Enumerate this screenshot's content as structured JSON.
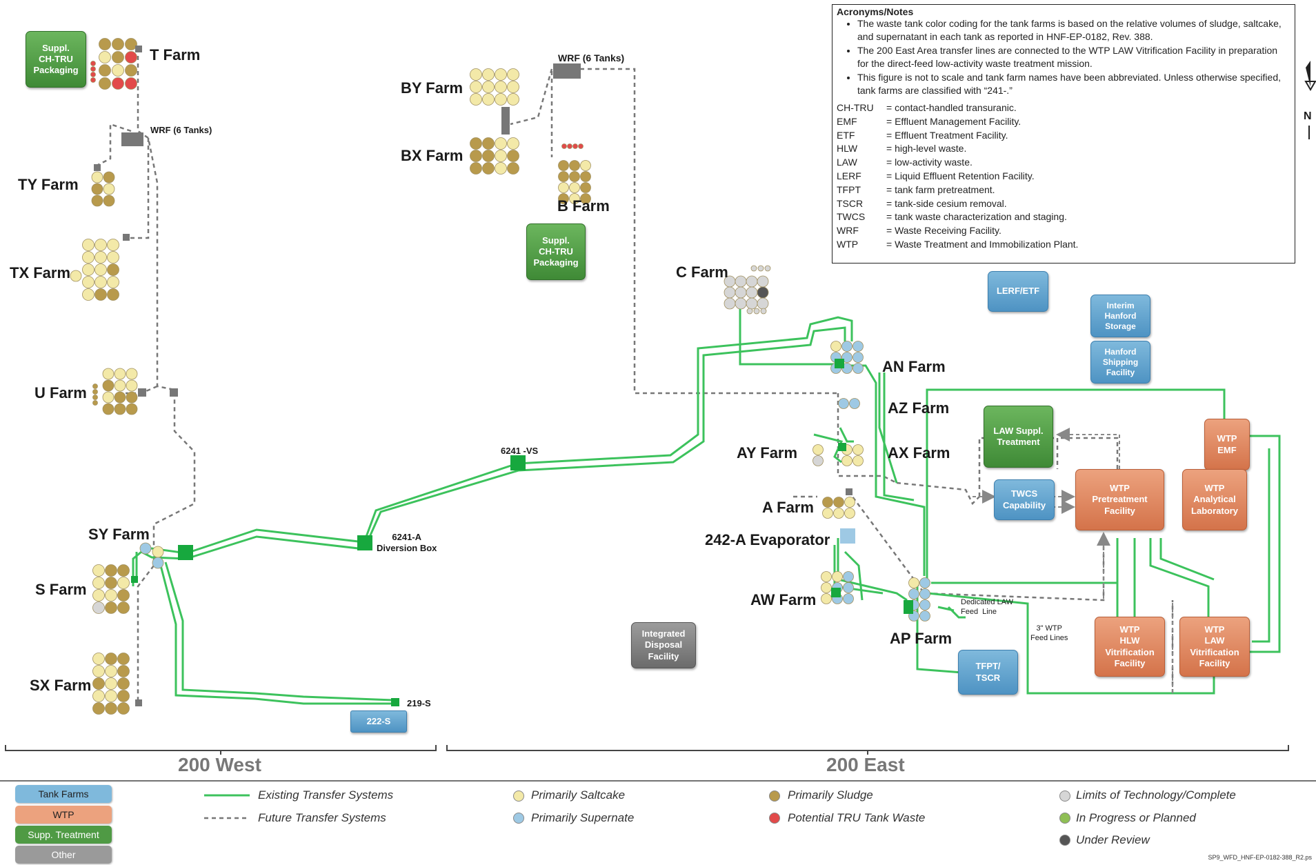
{
  "notes": {
    "title": "Acronyms/Notes",
    "bullets": [
      "The waste tank color coding for the tank farms is based on the relative volumes of sludge, saltcake, and supernatant in each tank as reported in HNF-EP-0182, Rev. 388.",
      "The 200 East Area transfer lines are connected to the WTP LAW Vitrification Facility in preparation for the direct-feed low-activity waste treatment mission.",
      "This figure is not to scale and tank farm names have been abbreviated.  Unless otherwise specified, tank farms are classified with “241-.”"
    ],
    "acronyms": [
      {
        "abbr": "CH-TRU",
        "def": "= contact-handled transuranic."
      },
      {
        "abbr": "EMF",
        "def": "= Effluent Management Facility."
      },
      {
        "abbr": "ETF",
        "def": "= Effluent Treatment Facility."
      },
      {
        "abbr": "HLW",
        "def": "= high-level waste."
      },
      {
        "abbr": "LAW",
        "def": "= low-activity waste."
      },
      {
        "abbr": "LERF",
        "def": "= Liquid Effluent Retention Facility."
      },
      {
        "abbr": "TFPT",
        "def": "= tank farm pretreatment."
      },
      {
        "abbr": "TSCR",
        "def": "= tank-side cesium removal."
      },
      {
        "abbr": "TWCS",
        "def": "= tank waste characterization and staging."
      },
      {
        "abbr": "WRF",
        "def": "= Waste Receiving Facility."
      },
      {
        "abbr": "WTP",
        "def": "= Waste Treatment and Immobilization Plant."
      }
    ]
  },
  "farms": {
    "t": "T Farm",
    "ty": "TY Farm",
    "tx": "TX Farm",
    "u": "U Farm",
    "sy": "SY Farm",
    "s": "S Farm",
    "sx": "SX Farm",
    "by": "BY Farm",
    "bx": "BX Farm",
    "b": "B Farm",
    "c": "C Farm",
    "an": "AN Farm",
    "az": "AZ Farm",
    "ay": "AY Farm",
    "ax": "AX Farm",
    "a": "A Farm",
    "aw": "AW Farm",
    "ap": "AP Farm"
  },
  "labels": {
    "wrf_west": "WRF (6 Tanks)",
    "wrf_east": "WRF (6 Tanks)",
    "vs": "6241 -VS",
    "diversion": "6241-A\nDiversion Box",
    "s219": "219-S",
    "evaporator": "242-A Evaporator",
    "dedicated": "Dedicated LAW\nFeed  Line",
    "wtp_feed": "3\" WTP\nFeed Lines"
  },
  "facilities": {
    "supp_chtru_t": "Suppl.\nCH-TRU\nPackaging",
    "supp_chtru_b": "Suppl.\nCH-TRU\nPackaging",
    "lerf": "LERF/ETF",
    "interim": "Interim\nHanford\nStorage",
    "shipping": "Hanford\nShipping\nFacility",
    "law_suppl": "LAW Suppl.\nTreatment",
    "wtp_emf": "WTP\nEMF",
    "twcs": "TWCS\nCapability",
    "wtp_pretreat": "WTP\nPretreatment\nFacility",
    "wtp_lab": "WTP\nAnalytical\nLaboratory",
    "wtp_hlw": "WTP\nHLW\nVitrification\nFacility",
    "wtp_law": "WTP\nLAW\nVitrification\nFacility",
    "idf": "Integrated\nDisposal\nFacility",
    "tfpt": "TFPT/\nTSCR",
    "s222": "222-S"
  },
  "regions": {
    "west": "200 West",
    "east": "200 East"
  },
  "legend": {
    "badges": [
      "Tank Farms",
      "WTP",
      "Supp. Treatment",
      "Other"
    ],
    "lines": [
      "Existing Transfer Systems",
      "Future Transfer Systems"
    ],
    "waste": [
      "Primarily Saltcake",
      "Primarily Supernate",
      "Primarily Sludge",
      "Potential TRU Tank Waste"
    ],
    "status": [
      "Limits of Technology/Complete",
      "In Progress or Planned",
      "Under Review"
    ]
  },
  "footnote": "SP9_WFD_HNF-EP-0182-388_R2.ps",
  "compass": "N",
  "colors": {
    "saltcake": "#f3e9a8",
    "sludge": "#b89a4c",
    "supernate": "#9ec9e4",
    "tru": "#e24a4a",
    "complete": "#d6d6d6",
    "progress": "#8fbf55",
    "review": "#555555",
    "existing_line": "#3cc25c",
    "future_line": "#777777",
    "tank_farms": "#7fb9dc",
    "wtp": "#eca27e",
    "supp_treatment": "#4f9a44",
    "other": "#9a9a9a"
  }
}
